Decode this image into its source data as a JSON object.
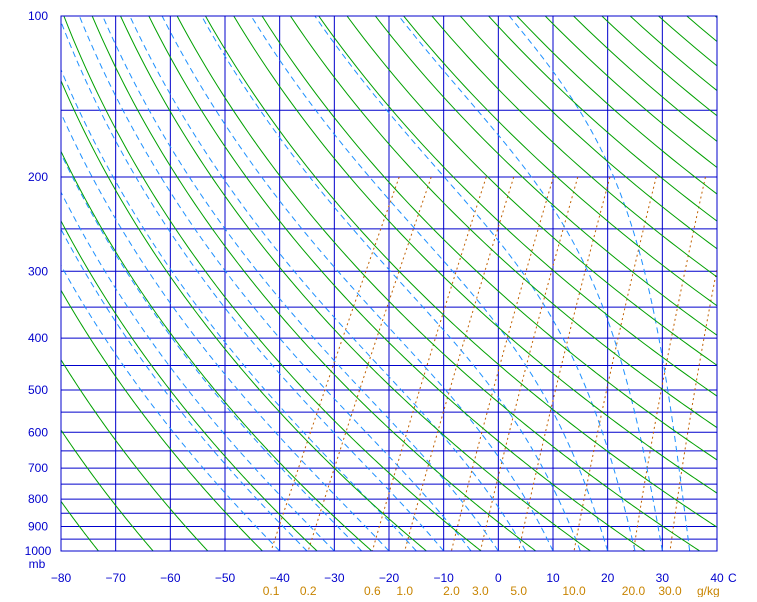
{
  "chart_data": {
    "type": "line",
    "title": "",
    "xlabel": "",
    "ylabel": "",
    "x_unit": "C",
    "y_unit": "mb",
    "mixing_unit": "g/kg",
    "xlim": [
      -80,
      40
    ],
    "ylim": [
      100,
      1000
    ],
    "y_scale": "log",
    "grid": true,
    "x_ticks": [
      -80,
      -70,
      -60,
      -50,
      -40,
      -30,
      -20,
      -10,
      0,
      10,
      20,
      30,
      40
    ],
    "y_labeled_ticks": [
      100,
      200,
      300,
      400,
      500,
      600,
      700,
      800,
      900,
      1000
    ],
    "y_grid": [
      100,
      150,
      200,
      250,
      300,
      350,
      400,
      450,
      500,
      550,
      600,
      650,
      700,
      750,
      800,
      850,
      900,
      950,
      1000
    ],
    "mixing_ratio_labels": [
      "0.1",
      "0.2",
      "0.6",
      "1.0",
      "2.0",
      "3.0",
      "5.0",
      "10.0",
      "20.0",
      "30.0"
    ],
    "mixing_ratio_values": [
      0.1,
      0.2,
      0.6,
      1.0,
      2.0,
      3.0,
      5.0,
      10.0,
      20.0,
      30.0
    ],
    "dry_adiabat_theta_K": [
      200,
      210,
      220,
      230,
      240,
      250,
      260,
      270,
      280,
      290,
      300,
      310,
      320,
      330,
      340,
      350,
      360,
      370,
      380,
      390,
      400,
      410,
      420,
      430,
      440,
      450,
      460,
      470,
      480,
      490,
      500,
      510,
      520,
      530,
      540,
      550,
      560
    ],
    "moist_adiabat_theta_w_C": [
      -40,
      -35,
      -30,
      -25,
      -20,
      -15,
      -10,
      -5,
      0,
      5,
      10,
      15,
      20,
      25,
      30,
      35
    ],
    "colors": {
      "grid": "#0000cc",
      "axis_text": "#0000cc",
      "dry_adiabat": "#00a000",
      "moist_adiabat": "#1e90ff",
      "mixing_ratio": "#c06000",
      "mixing_label": "#c88400"
    }
  }
}
